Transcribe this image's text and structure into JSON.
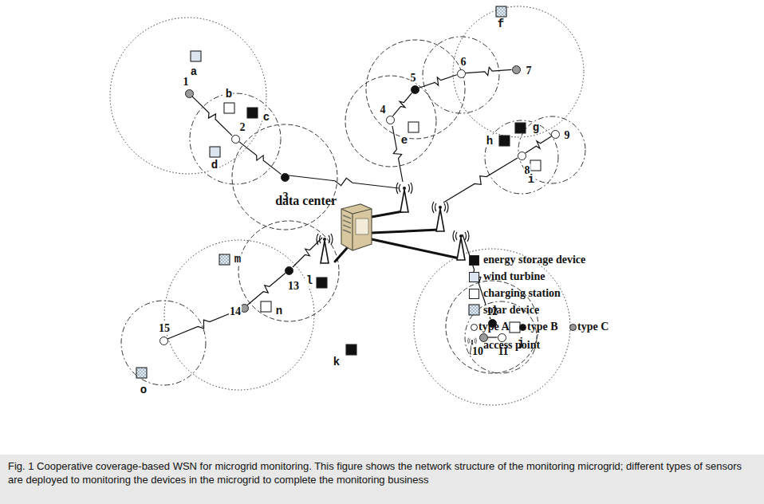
{
  "diagram": {
    "caption": "Fig. 1 Cooperative coverage-based WSN for microgrid monitoring. This figure shows the network structure of the monitoring microgrid; different types of sensors are deployed to monitoring the devices in the microgrid to complete the monitoring business",
    "nodes": [
      {
        "text": [
          "1"
        ]
      },
      {
        "text": [
          "2"
        ]
      },
      {
        "text": [
          "3"
        ]
      },
      {
        "text": [
          "4"
        ]
      },
      {
        "text": [
          "5"
        ]
      },
      {
        "text": [
          "6"
        ]
      },
      {
        "text": [
          "7"
        ]
      },
      {
        "text": [
          "8"
        ]
      },
      {
        "text": [
          "9"
        ]
      },
      {
        "text": [
          "10"
        ]
      },
      {
        "text": [
          "11"
        ]
      },
      {
        "text": [
          "12"
        ]
      },
      {
        "text": [
          "13"
        ]
      },
      {
        "text": [
          "14"
        ]
      },
      {
        "text": [
          "15"
        ]
      },
      {
        "text": [
          "data center"
        ]
      }
    ],
    "edges": [
      {
        "from": 0,
        "to": 1,
        "arrow": "none"
      },
      {
        "from": 1,
        "to": 2,
        "arrow": "none"
      },
      {
        "from": 3,
        "to": 4,
        "arrow": "none"
      },
      {
        "from": 4,
        "to": 5,
        "arrow": "none"
      },
      {
        "from": 5,
        "to": 6,
        "arrow": "none"
      },
      {
        "from": 7,
        "to": 8,
        "arrow": "none"
      },
      {
        "from": 9,
        "to": 10,
        "arrow": "none"
      },
      {
        "from": 12,
        "to": 13,
        "arrow": "none"
      },
      {
        "from": 13,
        "to": 14,
        "arrow": "none"
      }
    ],
    "labels": [
      "a",
      "b",
      "c",
      "d",
      "e",
      "f",
      "g",
      "h",
      "i",
      "j",
      "k",
      "l",
      "m",
      "n",
      "o"
    ],
    "legend": [
      {
        "text": "energy storage device",
        "color": "#111111"
      },
      {
        "text": "wind turbine",
        "color": "#dbe5f1"
      },
      {
        "text": "charging station",
        "color": "#ffffff"
      },
      {
        "text": "solar device"
      },
      {
        "text": "type A",
        "color": "#ffffff"
      },
      {
        "text": "type B",
        "color": "#111111"
      },
      {
        "text": "type C",
        "color": "#9a9a9a"
      },
      {
        "text": "access point"
      }
    ]
  }
}
